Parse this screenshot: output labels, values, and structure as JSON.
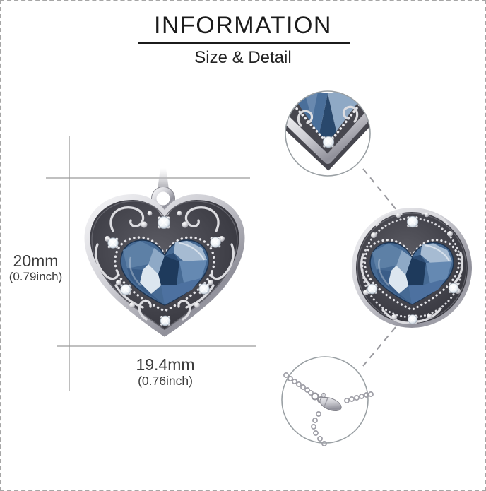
{
  "header": {
    "title": "INFORMATION",
    "subtitle": "Size & Detail"
  },
  "size_labels": {
    "height_mm": "20mm",
    "height_inch": "(0.79inch)",
    "width_mm": "19.4mm",
    "width_inch": "(0.76inch)"
  },
  "graphics": {
    "items": [
      "heart-locket-pendant",
      "pendant-tip-magnified-detail",
      "round-locket-pendant",
      "chain-clasp-magnified-detail"
    ],
    "colors": {
      "crystal_blue_dark": "#29486c",
      "crystal_blue": "#466a94",
      "crystal_blue_light": "#a6bbd2",
      "silver_light": "#f2f2f4",
      "silver": "#c9c9cf",
      "silver_dark": "#8e8e96",
      "oxidized_metal": "#3c3c43",
      "measure_line_gray": "#9a9a9a",
      "dashed_border_gray": "#a6a6a6",
      "text_black": "#1b1b1b"
    }
  }
}
